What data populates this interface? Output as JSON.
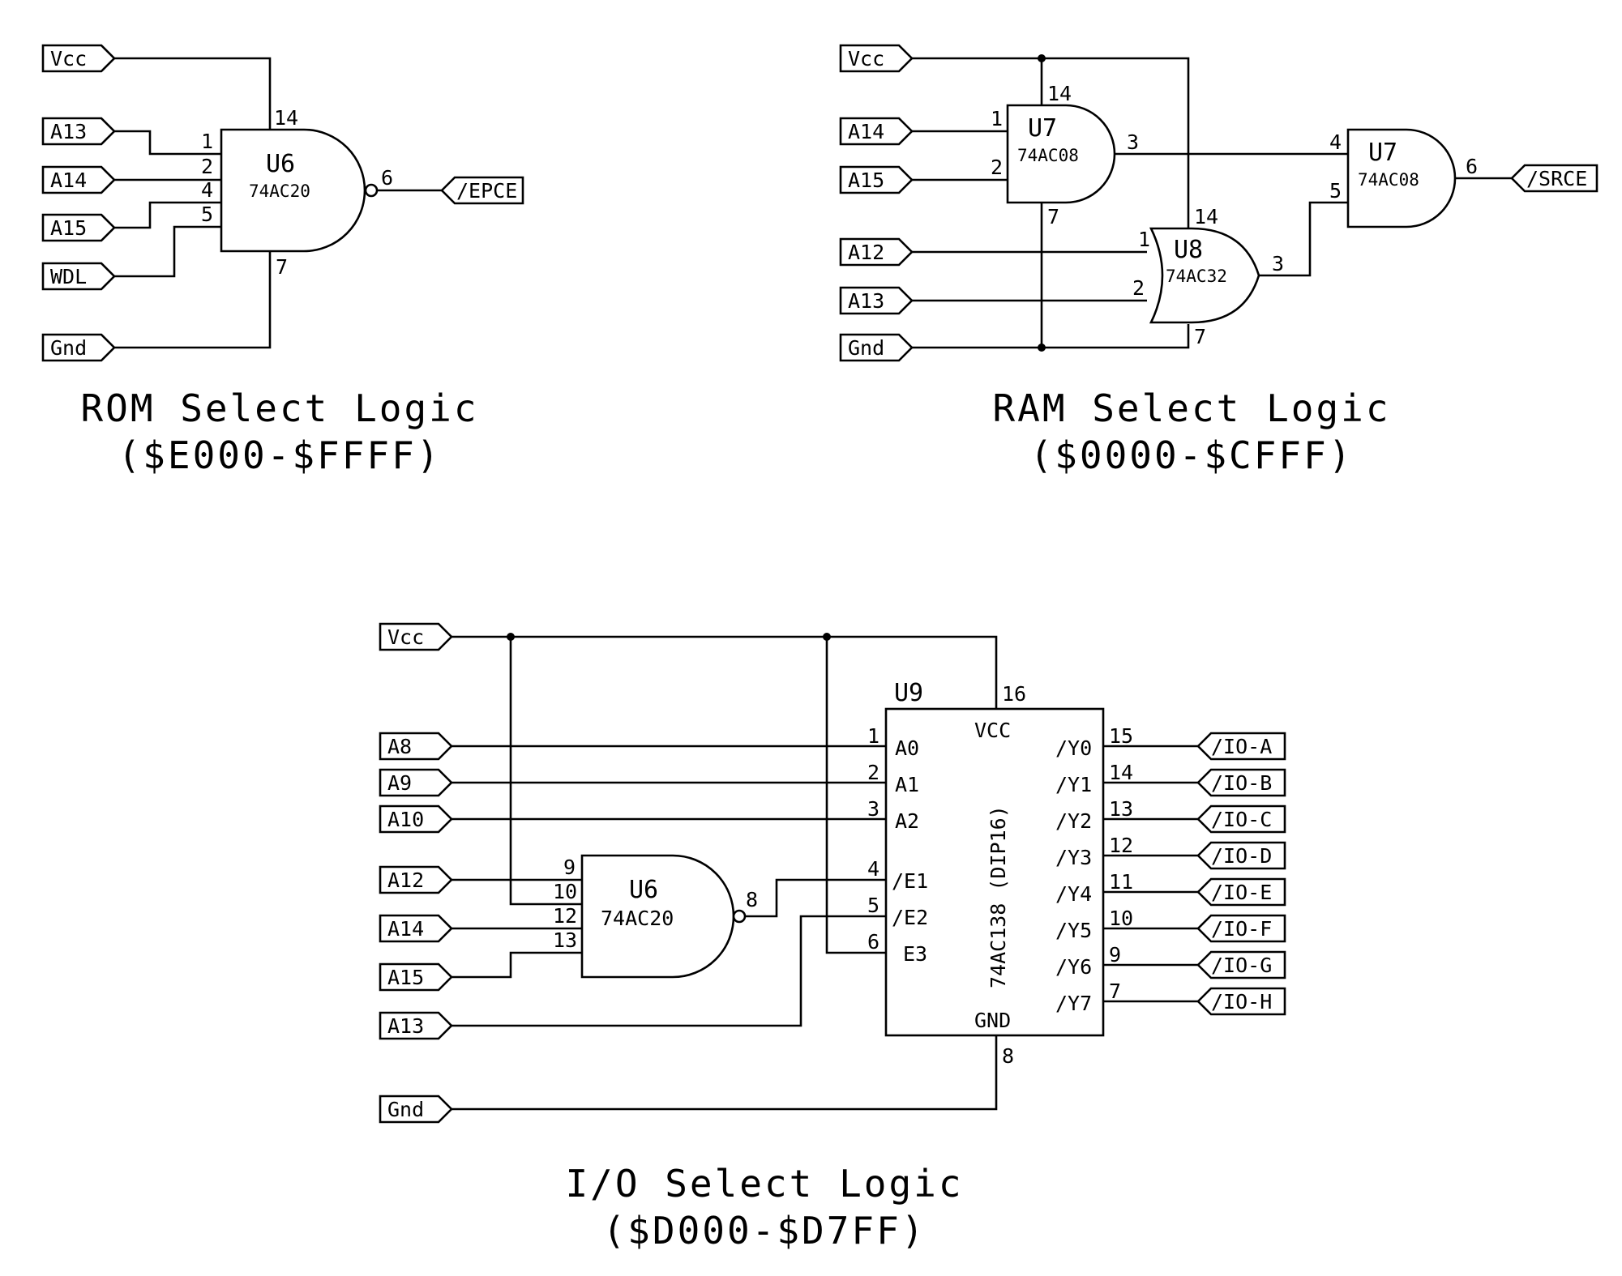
{
  "rom": {
    "title": "ROM Select Logic",
    "range": "($E000-$FFFF)",
    "inputs": [
      "Vcc",
      "A13",
      "A14",
      "A15",
      "WDL",
      "Gnd"
    ],
    "output": "/EPCE",
    "gate": {
      "ref": "U6",
      "part": "74AC20"
    },
    "pins": {
      "vcc": "14",
      "gnd": "7",
      "in1": "1",
      "in2": "2",
      "in3": "4",
      "in4": "5",
      "out": "6"
    }
  },
  "ram": {
    "title": "RAM Select Logic",
    "range": "($0000-$CFFF)",
    "inputs": [
      "Vcc",
      "A14",
      "A15",
      "A12",
      "A13",
      "Gnd"
    ],
    "output": "/SRCE",
    "gate1": {
      "ref": "U7",
      "part": "74AC08",
      "pin_a": "1",
      "pin_b": "2",
      "pin_out": "3",
      "pin_vcc": "14",
      "pin_gnd": "7"
    },
    "gate2": {
      "ref": "U8",
      "part": "74AC32",
      "pin_a": "1",
      "pin_b": "2",
      "pin_out": "3",
      "pin_vcc": "14",
      "pin_gnd": "7"
    },
    "gate3": {
      "ref": "U7",
      "part": "74AC08",
      "pin_a": "4",
      "pin_b": "5",
      "pin_out": "6"
    }
  },
  "io": {
    "title": "I/O Select Logic",
    "range": "($D000-$D7FF)",
    "inputs": [
      "Vcc",
      "A8",
      "A9",
      "A10",
      "A12",
      "A14",
      "A15",
      "A13",
      "Gnd"
    ],
    "nand": {
      "ref": "U6",
      "part": "74AC20",
      "pins": [
        "9",
        "10",
        "12",
        "13"
      ],
      "out": "8"
    },
    "decoder": {
      "ref": "U9",
      "part": "74AC138 (DIP16)",
      "vcc_label": "VCC",
      "gnd_label": "GND",
      "vcc_pin": "16",
      "gnd_pin": "8",
      "left_pins": [
        {
          "num": "1",
          "name": "A0"
        },
        {
          "num": "2",
          "name": "A1"
        },
        {
          "num": "3",
          "name": "A2"
        },
        {
          "num": "4",
          "name": "/E1"
        },
        {
          "num": "5",
          "name": "/E2"
        },
        {
          "num": "6",
          "name": "E3"
        }
      ],
      "right_pins": [
        {
          "num": "15",
          "name": "/Y0"
        },
        {
          "num": "14",
          "name": "/Y1"
        },
        {
          "num": "13",
          "name": "/Y2"
        },
        {
          "num": "12",
          "name": "/Y3"
        },
        {
          "num": "11",
          "name": "/Y4"
        },
        {
          "num": "10",
          "name": "/Y5"
        },
        {
          "num": "9",
          "name": "/Y6"
        },
        {
          "num": "7",
          "name": "/Y7"
        }
      ]
    },
    "outputs": [
      "/IO-A",
      "/IO-B",
      "/IO-C",
      "/IO-D",
      "/IO-E",
      "/IO-F",
      "/IO-G",
      "/IO-H"
    ]
  }
}
